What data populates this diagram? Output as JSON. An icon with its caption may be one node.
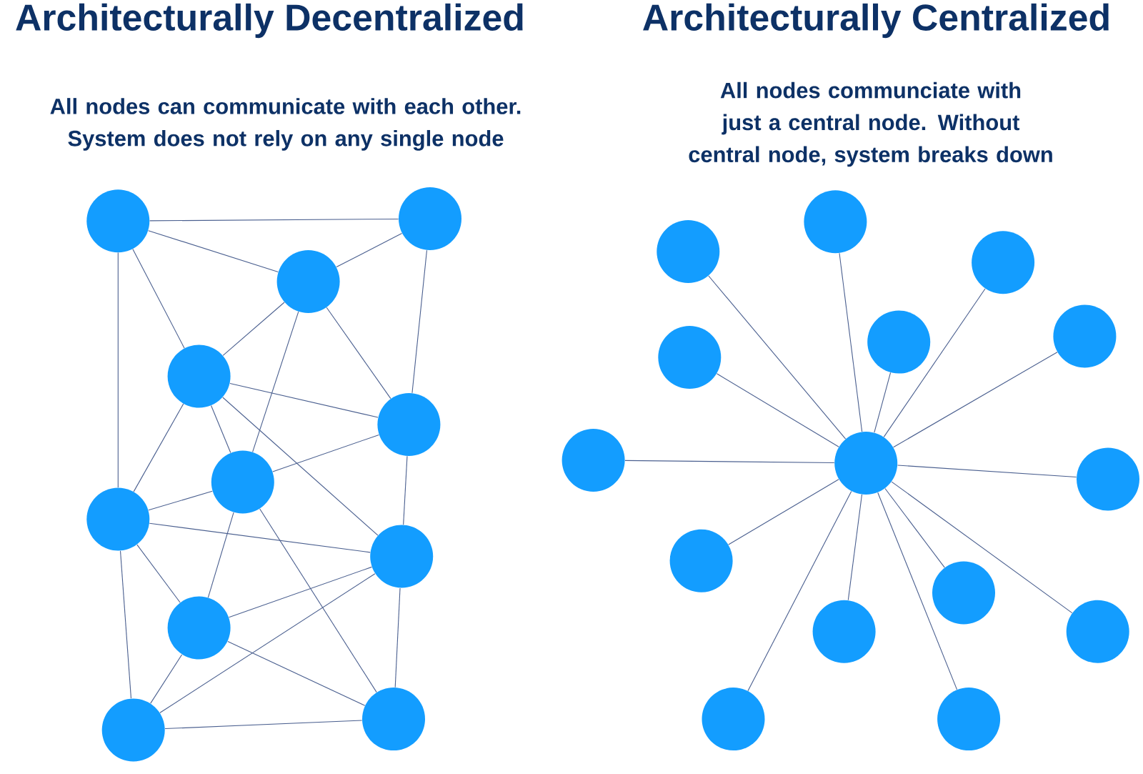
{
  "diagram": {
    "nodes": [
      {
        "text": [],
        "shape": "circle"
      },
      {
        "text": [],
        "shape": "circle"
      },
      {
        "text": [],
        "shape": "circle"
      },
      {
        "text": [],
        "shape": "circle"
      },
      {
        "text": [],
        "shape": "circle"
      },
      {
        "text": [],
        "shape": "circle"
      },
      {
        "text": [],
        "shape": "circle"
      },
      {
        "text": [],
        "shape": "circle"
      },
      {
        "text": [],
        "shape": "circle"
      },
      {
        "text": [],
        "shape": "circle"
      },
      {
        "text": [],
        "shape": "circle"
      },
      {
        "text": [],
        "shape": "circle"
      },
      {
        "text": [],
        "shape": "circle"
      },
      {
        "text": [],
        "shape": "circle"
      },
      {
        "text": [],
        "shape": "circle"
      },
      {
        "text": [],
        "shape": "circle"
      },
      {
        "text": [],
        "shape": "circle"
      },
      {
        "text": [],
        "shape": "circle"
      },
      {
        "text": [],
        "shape": "circle"
      },
      {
        "text": [],
        "shape": "circle"
      },
      {
        "text": [],
        "shape": "circle"
      },
      {
        "text": [],
        "shape": "circle"
      },
      {
        "text": [],
        "shape": "circle"
      },
      {
        "text": [],
        "shape": "circle"
      },
      {
        "text": [],
        "shape": "circle"
      },
      {
        "text": [],
        "shape": "circle"
      }
    ],
    "edges": [
      {
        "from": 0,
        "to": 1,
        "arrow": "none"
      },
      {
        "from": 0,
        "to": 2,
        "arrow": "none"
      },
      {
        "from": 0,
        "to": 3,
        "arrow": "none"
      },
      {
        "from": 0,
        "to": 6,
        "arrow": "none"
      },
      {
        "from": 1,
        "to": 2,
        "arrow": "none"
      },
      {
        "from": 1,
        "to": 4,
        "arrow": "none"
      },
      {
        "from": 2,
        "to": 3,
        "arrow": "none"
      },
      {
        "from": 2,
        "to": 4,
        "arrow": "none"
      },
      {
        "from": 2,
        "to": 5,
        "arrow": "none"
      },
      {
        "from": 3,
        "to": 4,
        "arrow": "none"
      },
      {
        "from": 3,
        "to": 5,
        "arrow": "none"
      },
      {
        "from": 3,
        "to": 7,
        "arrow": "none"
      },
      {
        "from": 3,
        "to": 6,
        "arrow": "none"
      },
      {
        "from": 4,
        "to": 5,
        "arrow": "none"
      },
      {
        "from": 4,
        "to": 7,
        "arrow": "none"
      },
      {
        "from": 5,
        "to": 6,
        "arrow": "none"
      },
      {
        "from": 5,
        "to": 8,
        "arrow": "none"
      },
      {
        "from": 5,
        "to": 10,
        "arrow": "none"
      },
      {
        "from": 6,
        "to": 7,
        "arrow": "none"
      },
      {
        "from": 6,
        "to": 8,
        "arrow": "none"
      },
      {
        "from": 6,
        "to": 9,
        "arrow": "none"
      },
      {
        "from": 7,
        "to": 8,
        "arrow": "none"
      },
      {
        "from": 7,
        "to": 9,
        "arrow": "none"
      },
      {
        "from": 7,
        "to": 10,
        "arrow": "none"
      },
      {
        "from": 8,
        "to": 9,
        "arrow": "none"
      },
      {
        "from": 8,
        "to": 10,
        "arrow": "none"
      },
      {
        "from": 9,
        "to": 10,
        "arrow": "none"
      },
      {
        "from": 11,
        "to": 12,
        "arrow": "none"
      },
      {
        "from": 11,
        "to": 13,
        "arrow": "none"
      },
      {
        "from": 11,
        "to": 14,
        "arrow": "none"
      },
      {
        "from": 11,
        "to": 15,
        "arrow": "none"
      },
      {
        "from": 11,
        "to": 16,
        "arrow": "none"
      },
      {
        "from": 11,
        "to": 17,
        "arrow": "none"
      },
      {
        "from": 11,
        "to": 18,
        "arrow": "none"
      },
      {
        "from": 11,
        "to": 19,
        "arrow": "none"
      },
      {
        "from": 11,
        "to": 20,
        "arrow": "none"
      },
      {
        "from": 11,
        "to": 21,
        "arrow": "none"
      },
      {
        "from": 11,
        "to": 22,
        "arrow": "none"
      },
      {
        "from": 11,
        "to": 23,
        "arrow": "none"
      },
      {
        "from": 11,
        "to": 24,
        "arrow": "none"
      },
      {
        "from": 11,
        "to": 25,
        "arrow": "none"
      }
    ],
    "labels": [
      "Architecturally Decentralized",
      "Architecturally Centralized",
      "All nodes can communicate with each other. System does not rely on any single node",
      "All nodes communciate with just a central node. Without central node, system breaks down"
    ]
  }
}
